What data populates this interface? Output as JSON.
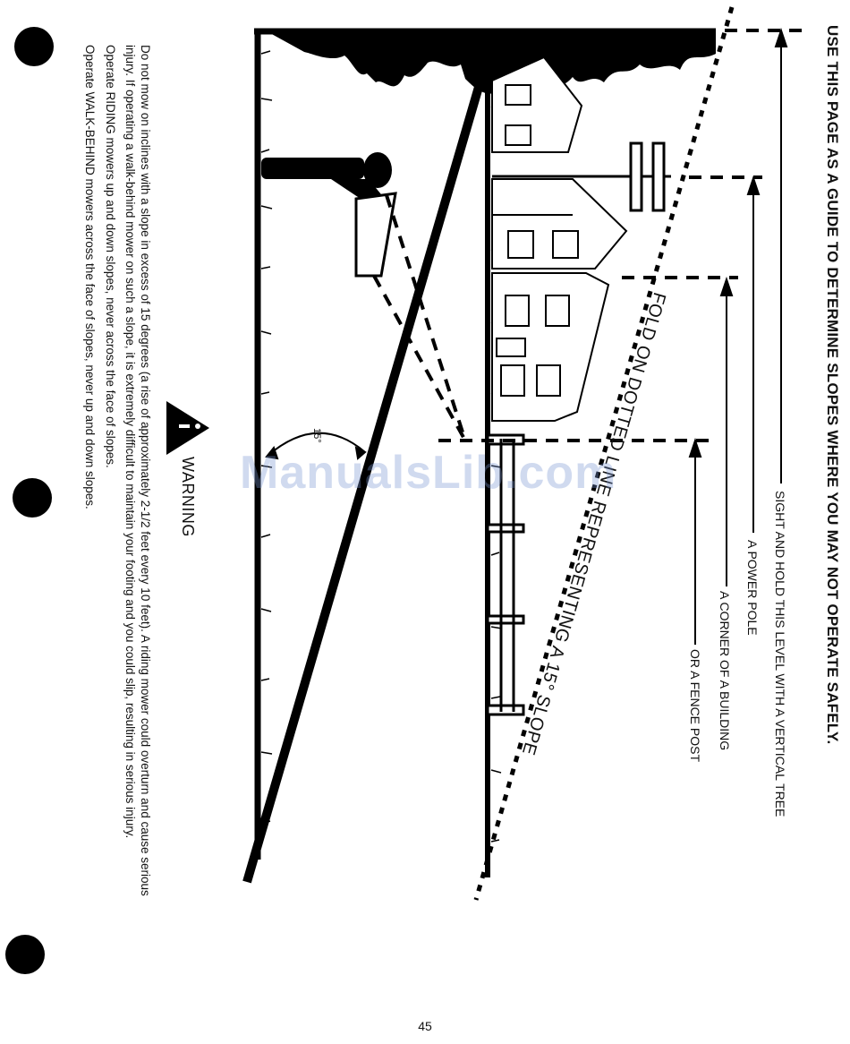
{
  "page": {
    "title": "USE THIS PAGE AS A GUIDE TO DETERMINE SLOPES WHERE YOU MAY NOT OPERATE SAFELY.",
    "page_number": "45"
  },
  "guide": {
    "sight_labels": [
      "SIGHT AND HOLD THIS LEVEL WITH A VERTICAL TREE",
      "A POWER POLE",
      "A CORNER OF A BUILDING",
      "OR A FENCE POST"
    ],
    "fold_line_label": "FOLD ON DOTTED LINE REPRESENTING A 15° SLOPE",
    "angle_label": "15°"
  },
  "warning": {
    "heading": "WARNING",
    "icon": "warning-triangle-icon",
    "paragraphs": [
      "Do not mow on inclines with a slope in excess of 15 degrees (a rise of approximately 2-1/2 feet every 10 feet). A riding mower could overturn and cause serious injury. If operating a walk-behind mower on such a slope, it is extremely difficult to maintain your footing and you could slip, resulting in serious injury.",
      "Operate RIDING mowers up and down slopes, never across the face of slopes.",
      "Operate WALK-BEHIND mowers across the face of slopes, never up and down slopes."
    ]
  },
  "watermark": "ManualsLib.com"
}
